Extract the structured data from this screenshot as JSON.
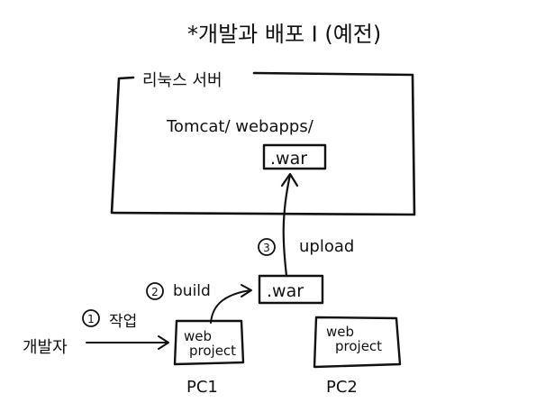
{
  "title": "*개발과 배포 I (예전)",
  "server": {
    "label": "리눅스 서버",
    "path": "Tomcat/ webapps/",
    "war_file": ".war"
  },
  "build_output": {
    "war_file": ".war"
  },
  "steps": [
    {
      "number": "1",
      "label": "작업"
    },
    {
      "number": "2",
      "label": "build"
    },
    {
      "number": "3",
      "label": "upload"
    }
  ],
  "developer": {
    "label": "개발자"
  },
  "pcs": [
    {
      "project_label": "web project",
      "pc_label": "PC1"
    },
    {
      "project_label": "web project",
      "pc_label": "PC2"
    }
  ]
}
